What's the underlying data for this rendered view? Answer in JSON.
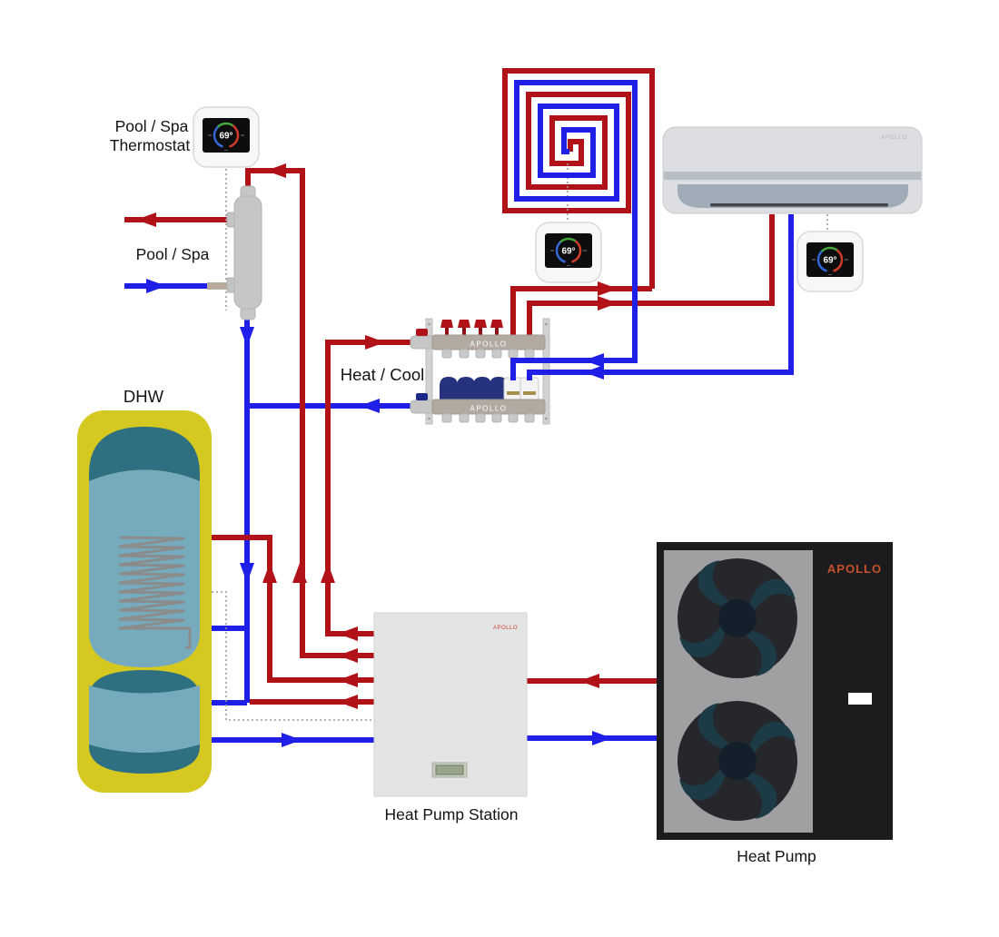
{
  "brand": "APOLLO",
  "labels": {
    "pool_spa_thermostat_line1": "Pool / Spa",
    "pool_spa_thermostat_line2": "Thermostat",
    "pool_spa": "Pool / Spa",
    "dhw": "DHW",
    "heat_cool": "Heat / Cool",
    "heat_pump_station": "Heat Pump Station",
    "heat_pump": "Heat Pump"
  },
  "thermostats": [
    {
      "name": "pool-spa-thermostat",
      "temp": "69°"
    },
    {
      "name": "floor-heating-thermostat",
      "temp": "69°"
    },
    {
      "name": "ac-thermostat",
      "temp": "69°"
    }
  ],
  "colors": {
    "pipe_hot": "#b11217",
    "pipe_cold": "#1f1fe8",
    "tank_shell": "#d5c921",
    "tank_water": "#75abbd",
    "tank_dome": "#2f6f82",
    "brand_orange": "#c8502b",
    "thermostat_ring_blue": "#3468d6",
    "thermostat_ring_green": "#43a93f",
    "thermostat_ring_red": "#cf3b28"
  }
}
